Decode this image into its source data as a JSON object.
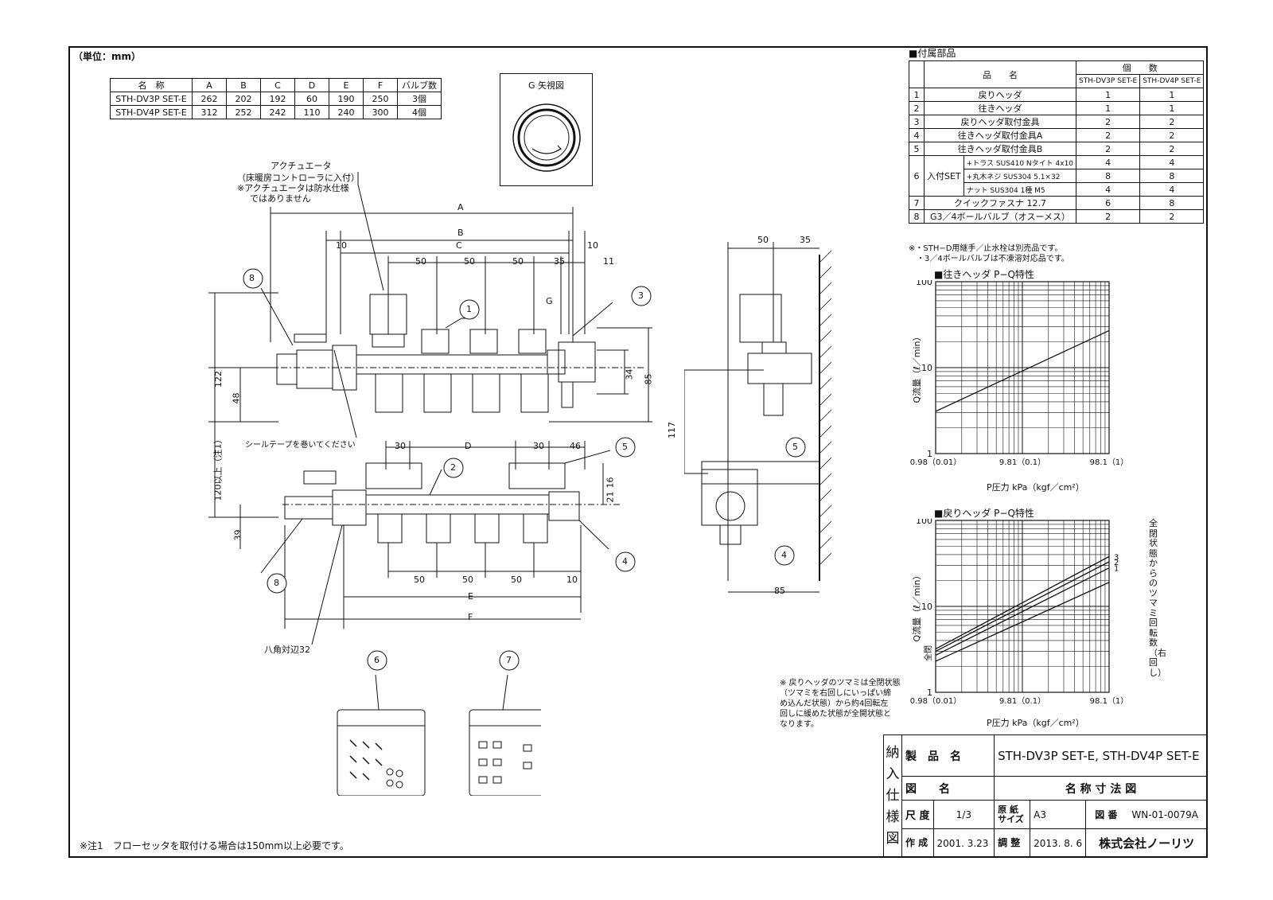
{
  "unit_label": "（単位：mm）",
  "dimension_table": {
    "headers": [
      "名　称",
      "A",
      "B",
      "C",
      "D",
      "E",
      "F",
      "バルブ数"
    ],
    "rows": [
      [
        "STH-DV3P SET-E",
        "262",
        "202",
        "192",
        "60",
        "190",
        "250",
        "3個"
      ],
      [
        "STH-DV4P SET-E",
        "312",
        "252",
        "242",
        "110",
        "240",
        "300",
        "4個"
      ]
    ]
  },
  "g_view_label": "G 矢視図",
  "actuator_note": [
    "アクチュエータ",
    "（床暖房コントローラに入付）",
    "※アクチュエータは防水仕様",
    "ではありません"
  ],
  "seal_tape_note": "シールテープを巻いてください",
  "hex_note": "八角対辺32",
  "height_note": "120以上（注1）",
  "bottom_note": "※注1　フローセッタを取付ける場合は150mm以上必要です。",
  "dims": {
    "A": "A",
    "B": "B",
    "C": "C",
    "D": "D",
    "E": "E",
    "F": "F",
    "G": "G",
    "d10": "10",
    "d11": "11",
    "d35": "35",
    "d50": "50",
    "d30": "30",
    "d46": "46",
    "d122": "122",
    "d48": "48",
    "d34": "34",
    "d85": "85",
    "d39": "39",
    "d21": "21",
    "d16": "16",
    "d117": "117"
  },
  "balloons": [
    "1",
    "2",
    "3",
    "4",
    "5",
    "6",
    "7",
    "8"
  ],
  "parts": {
    "title": "■付属部品",
    "header_name": "品　　名",
    "header_qty": "個　　数",
    "col_3p": "STH-DV3P SET-E",
    "col_4p": "STH-DV4P SET-E",
    "rows": [
      {
        "no": "1",
        "name": "戻りヘッダ",
        "q3": "1",
        "q4": "1"
      },
      {
        "no": "2",
        "name": "往きヘッダ",
        "q3": "1",
        "q4": "1"
      },
      {
        "no": "3",
        "name": "戻りヘッダ取付金具",
        "q3": "2",
        "q4": "2"
      },
      {
        "no": "4",
        "name": "往きヘッダ取付金具A",
        "q3": "2",
        "q4": "2"
      },
      {
        "no": "5",
        "name": "往きヘッダ取付金具B",
        "q3": "2",
        "q4": "2"
      }
    ],
    "set_no": "6",
    "set_label": "入付SET",
    "set_rows": [
      {
        "name": "+トラス SUS410 Nタイト 4x10",
        "q3": "4",
        "q4": "4"
      },
      {
        "name": "+丸木ネジ SUS304 5.1×32",
        "q3": "8",
        "q4": "8"
      },
      {
        "name": "ナット SUS304 1種 M5",
        "q3": "4",
        "q4": "4"
      }
    ],
    "tail_rows": [
      {
        "no": "7",
        "name": "クイックファスナ 12.7",
        "q3": "6",
        "q4": "8"
      },
      {
        "no": "8",
        "name": "G3／4ボールバルブ（オスーメス）",
        "q3": "2",
        "q4": "2"
      }
    ],
    "notes": [
      "※・STH−D用継手／止水栓は別売品です。",
      "　・3／4ボールバルブは不凍溶対応品です。"
    ]
  },
  "chart_data": [
    {
      "type": "line",
      "title": "■往きヘッダ P−Q特性",
      "xlabel": "P圧力 kPa（kgf／cm²）",
      "ylabel": "Q流量（ℓ／min）",
      "x_scale": "log",
      "y_scale": "log",
      "xlim": [
        0.98,
        98.1
      ],
      "ylim": [
        1,
        100
      ],
      "x_ticks": [
        "0.98（0.01）",
        "9.81（0.1）",
        "98.1（1）"
      ],
      "y_ticks": [
        "1",
        "10",
        "100"
      ],
      "grid": true,
      "series": [
        {
          "x": [
            0.98,
            98.1
          ],
          "y": [
            3.1,
            27
          ]
        }
      ]
    },
    {
      "type": "line",
      "title": "■戻りヘッダ P−Q特性",
      "xlabel": "P圧力 kPa（kgf／cm²）",
      "ylabel": "Q流量（ℓ／min）",
      "right_label": "全閉状態からのツマミ回転数（右回し）",
      "closed_label": "全閉",
      "x_scale": "log",
      "y_scale": "log",
      "xlim": [
        0.98,
        98.1
      ],
      "ylim": [
        1,
        100
      ],
      "x_ticks": [
        "0.98（0.01）",
        "9.81（0.1）",
        "98.1（1）"
      ],
      "y_ticks": [
        "1",
        "10",
        "100"
      ],
      "grid": true,
      "series": [
        {
          "name": "全閉",
          "x": [
            0.98,
            98.1
          ],
          "y": [
            2.3,
            19
          ]
        },
        {
          "name": "1",
          "x": [
            0.98,
            98.1
          ],
          "y": [
            2.7,
            28
          ]
        },
        {
          "name": "2",
          "x": [
            0.98,
            98.1
          ],
          "y": [
            3.0,
            33
          ]
        },
        {
          "name": "3",
          "x": [
            0.98,
            98.1
          ],
          "y": [
            3.2,
            38
          ]
        }
      ]
    }
  ],
  "knob_note": [
    "※ 戻りヘッダのツマミは全閉状態",
    "（ツマミを右回しにいっぱい締",
    "め込んだ状態）から約4回転左",
    "回しに緩めた状態が全開状態と",
    "なります。"
  ],
  "title_block": {
    "vertical": [
      "納",
      "入",
      "仕",
      "様",
      "図"
    ],
    "product_label": "製　品　名",
    "product_name": "STH-DV3P SET-E, STH-DV4P SET-E",
    "drawing_label": "図　　名",
    "drawing_name": "名 称 寸 法 図",
    "scale_label": "尺 度",
    "scale": "1/3",
    "paper_label": "原 紙 サイズ",
    "paper": "A3",
    "number_label": "図 番",
    "number": "WN-01-0079A",
    "created_label": "作 成",
    "created": "2001. 3.23",
    "revised_label": "調 整",
    "revised": "2013. 8. 6",
    "company": "株式会社ノーリツ"
  }
}
